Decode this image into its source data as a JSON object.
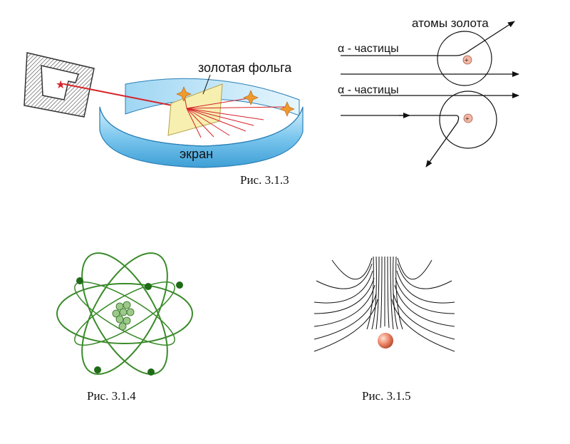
{
  "fig_313": {
    "foil_label": "золотая фольга",
    "screen_label": "экран",
    "caption": "Рис. 3.1.3"
  },
  "scattering": {
    "atoms_label": "атомы золота",
    "alpha_label_1": "α - частицы",
    "alpha_label_2": "α - частицы",
    "nucleus_sign_1": "+",
    "nucleus_sign_2": "+"
  },
  "fig_314": {
    "caption": "Рис. 3.1.4"
  },
  "fig_315": {
    "caption": "Рис. 3.1.5"
  },
  "colors": {
    "screen_blue": "#5fb8e8",
    "screen_light": "#bfe3f7",
    "beam_red": "#d6232a",
    "foil_yellow": "#f7efb0",
    "spark_orange": "#f09a2c",
    "orbit_green": "#3a8a2a",
    "electron_green": "#1f6b16",
    "nucleus_pink": "#f3b7a5",
    "ball_orange": "#e8795a"
  }
}
